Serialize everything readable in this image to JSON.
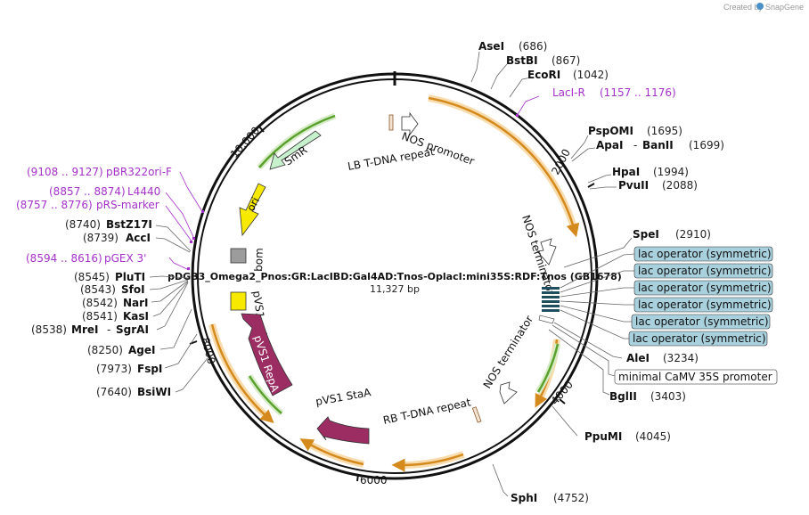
{
  "credit": {
    "text": "Created by",
    "brand": "SnapGene"
  },
  "plasmid": {
    "name": "pDGB3_Omega2_Pnos:GR:LacIBD:Gal4AD:Tnos-OplacI:mini35S:RDF:Tnos (GB1678)",
    "size": "11,327 bp"
  },
  "ticks": [
    "2000",
    "4000",
    "6000",
    "8000",
    "10,000"
  ],
  "enzymes": [
    {
      "name": "AseI",
      "pos": "(686)"
    },
    {
      "name": "BstBI",
      "pos": "(867)"
    },
    {
      "name": "EcoRI",
      "pos": "(1042)"
    },
    {
      "name": "PspOMI",
      "pos": "(1695)"
    },
    {
      "name": "ApaI",
      "sep": "-",
      "name2": "BanII",
      "pos": "(1699)"
    },
    {
      "name": "HpaI",
      "pos": "(1994)"
    },
    {
      "name": "PvuII",
      "pos": "(2088)"
    },
    {
      "name": "SpeI",
      "pos": "(2910)"
    },
    {
      "name": "AleI",
      "pos": "(3234)"
    },
    {
      "name": "BglII",
      "pos": "(3403)"
    },
    {
      "name": "PpuMI",
      "pos": "(4045)"
    },
    {
      "name": "SphI",
      "pos": "(4752)"
    },
    {
      "name": "BsiWI",
      "pos": "(7640)"
    },
    {
      "name": "FspI",
      "pos": "(7973)"
    },
    {
      "name": "AgeI",
      "pos": "(8250)"
    },
    {
      "name": "MreI",
      "sep": "-",
      "name2": "SgrAI",
      "pos": "(8538)"
    },
    {
      "name": "KasI",
      "pos": "(8541)"
    },
    {
      "name": "NarI",
      "pos": "(8542)"
    },
    {
      "name": "SfoI",
      "pos": "(8543)"
    },
    {
      "name": "PluTI",
      "pos": "(8545)"
    },
    {
      "name": "AccI",
      "pos": "(8739)"
    },
    {
      "name": "BstZ17I",
      "pos": "(8740)"
    }
  ],
  "primers": [
    {
      "name": "LacI-R",
      "range": "(1157 .. 1176)"
    },
    {
      "name": "pBR322ori-F",
      "range": "(9108 .. 9127)"
    },
    {
      "name": "L4440",
      "range": "(8857 .. 8874)"
    },
    {
      "name": "pRS-marker",
      "range": "(8757 .. 8776)"
    },
    {
      "name": "pGEX 3'",
      "range": "(8594 .. 8616)"
    }
  ],
  "boxed_features": [
    "lac operator (symmetric)",
    "lac operator (symmetric)",
    "lac operator (symmetric)",
    "lac operator (symmetric)",
    "lac operator (symmetric)",
    "lac operator (symmetric)",
    "minimal CaMV 35S promoter"
  ],
  "features": {
    "nos_promoter": "NOS promoter",
    "lb_repeat": "LB T-DNA repeat",
    "nos_terminator_1": "NOS terminator",
    "nos_terminator_2": "NOS terminator",
    "rb_repeat": "RB T-DNA repeat",
    "pvs1_staa": "pVS1 StaA",
    "pvs1_repa": "pVS1 RepA",
    "pvs1_oriv": "pVS1 oriV",
    "bom": "bom",
    "ori": "ori",
    "smr": "SmR"
  },
  "colors": {
    "orange": "#f1a93b",
    "orange_glow": "#f9dcae",
    "green": "#5aa02c",
    "green_glow": "#d6ecc6",
    "smr_fill": "#c7f0cd",
    "ori_fill": "#f7ea00",
    "repa_fill": "#9b2d63",
    "primer": "#a531c9",
    "operator_fill": "#a8d0dd"
  }
}
